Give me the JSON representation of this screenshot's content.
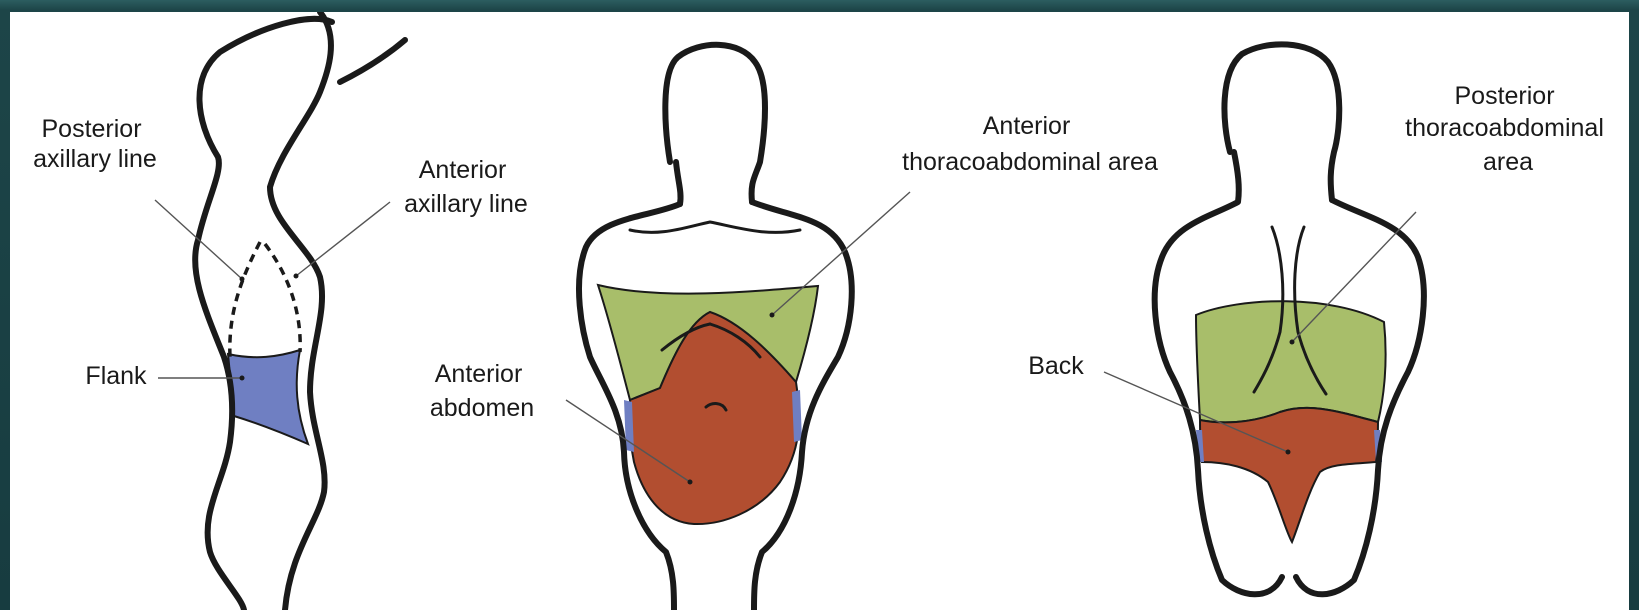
{
  "colors": {
    "flank": "#6f7fc2",
    "thoracoabdominal": "#a8be6a",
    "abdomen_back": "#b24e30",
    "outline": "#1a1a1a",
    "frame": "#1d4548"
  },
  "labels": {
    "posterior_axillary_line": [
      "Posterior",
      "axillary line"
    ],
    "anterior_axillary_line": [
      "Anterior",
      "axillary line"
    ],
    "flank": "Flank",
    "anterior_thoracoabdominal_area": [
      "Anterior",
      "thoracoabdominal area"
    ],
    "anterior_abdomen": [
      "Anterior",
      "abdomen"
    ],
    "posterior_thoracoabdominal_area": [
      "Posterior",
      "thoracoabdominal",
      "area"
    ],
    "back": "Back"
  }
}
